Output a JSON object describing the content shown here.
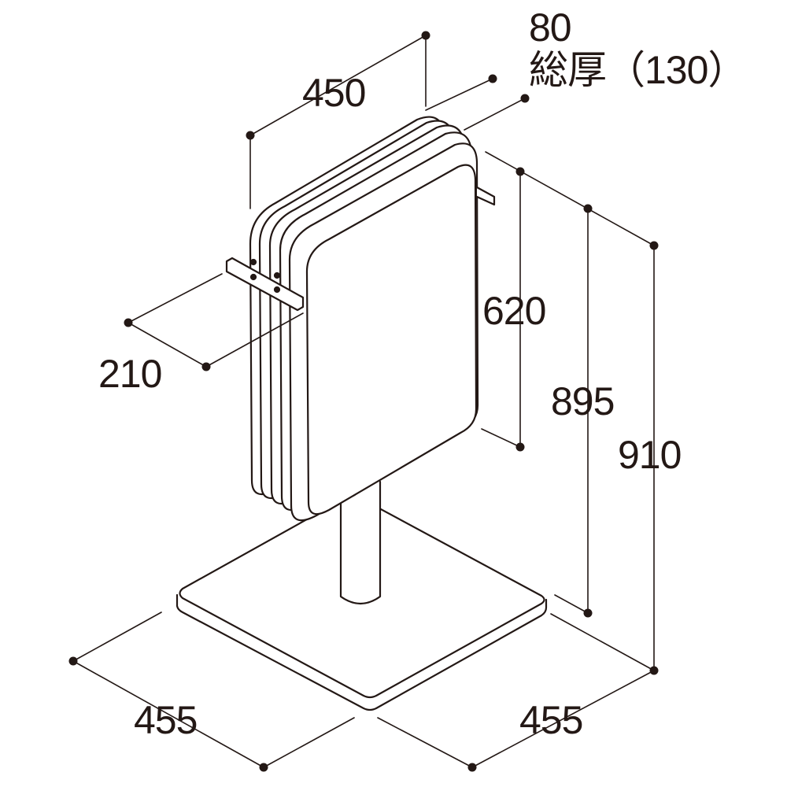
{
  "dimensions": {
    "width_sign": "450",
    "thickness": "80",
    "total_thickness": "総厚（130）",
    "bracket": "210",
    "sign_height": "620",
    "height_to_sign_top": "895",
    "total_height": "910",
    "base_left": "455",
    "base_right": "455"
  },
  "colors": {
    "line": "#231815"
  }
}
